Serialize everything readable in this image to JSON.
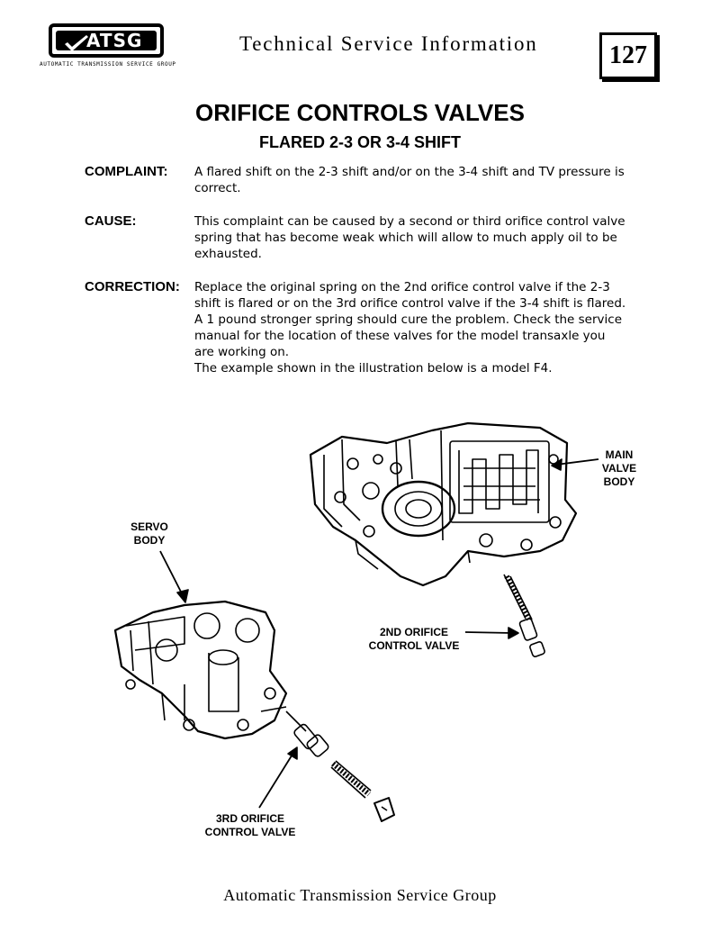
{
  "header": {
    "logo_text": "ATSG",
    "logo_tagline": "AUTOMATIC TRANSMISSION SERVICE GROUP",
    "tsi": "Technical Service Information",
    "page_number": "127"
  },
  "title": "ORIFICE CONTROLS VALVES",
  "subtitle": "FLARED 2-3 OR 3-4 SHIFT",
  "complaint": {
    "label": "COMPLAINT:",
    "lines": [
      "A flared shift on the 2-3 shift and/or on the 3-4 shift and TV pressure is",
      "correct."
    ]
  },
  "cause": {
    "label": "CAUSE:",
    "lines": [
      "This complaint can be caused by a second or third orifice control valve",
      "spring that has become weak which will allow to much apply oil to be",
      "exhausted."
    ]
  },
  "correction": {
    "label": "CORRECTION:",
    "lines": [
      "Replace the original spring on the 2nd orifice control valve if the 2-3",
      "shift is flared or on the 3rd orifice control valve if the 3-4 shift is flared.",
      "A 1 pound stronger spring should cure the problem. Check the service",
      "manual for the location of these valves for the model transaxle you",
      "are working on.",
      "The example shown in the illustration below is a model F4."
    ]
  },
  "illustration": {
    "main_valve_body": [
      "MAIN",
      "VALVE",
      "BODY"
    ],
    "servo_body": [
      "SERVO",
      "BODY"
    ],
    "orifice_2nd": [
      "2ND ORIFICE",
      "CONTROL VALVE"
    ],
    "orifice_3rd": [
      "3RD ORIFICE",
      "CONTROL VALVE"
    ]
  },
  "footer": "Automatic Transmission Service Group"
}
